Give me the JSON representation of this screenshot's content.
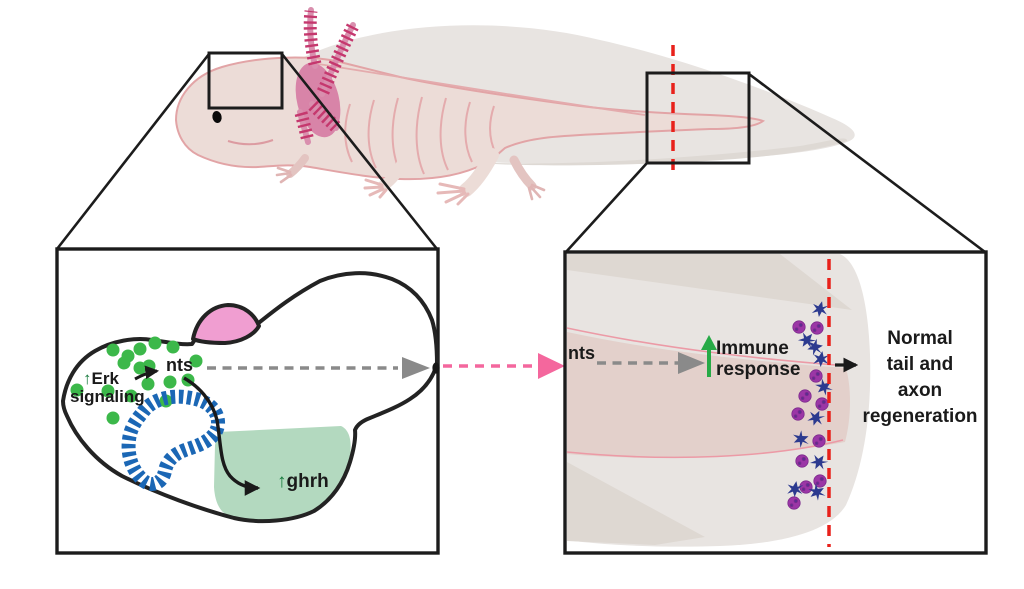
{
  "figure": {
    "title": "Axolotl nts brain-to-tail signaling and regeneration schematic",
    "labels": {
      "erk_arrow": "↑",
      "erk_line1": "Erk",
      "erk_line2": "signaling",
      "nts_left": "nts",
      "ghrh_arrow": "↑",
      "ghrh_text": "ghrh",
      "nts_right": "nts",
      "immune_text": "Immune\nresponse",
      "outcome_text": "Normal\ntail and\naxon\nregeneration"
    },
    "colors": {
      "body_pink": "#ecdcd7",
      "body_outline": "#e2a4a6",
      "fin_gray": "#e8e4e1",
      "fin_gray_dark": "#ded9d4",
      "gill_stalk_pink": "#d98fae",
      "gill_filament_pink": "#c5386e",
      "panel_border": "#1c1c1c",
      "brain_outline": "#232323",
      "pineal_pink": "#f09ed1",
      "erk_cell_green": "#3cb84a",
      "coil_blue": "#1b67b5",
      "hypothalamus_green": "#b3d9bf",
      "dark_green_arrow": "#177a3d",
      "bright_green_arrow": "#27aa47",
      "gray_arrow": "#8a8a8a",
      "pink_arrow": "#f4679d",
      "red_dashed_line": "#e8211b",
      "tail_muscle_pink": "#e3d0cb",
      "tail_muscle_line": "#ec9aa6",
      "macrophage_purple": "#9b36a6",
      "immune_cell_navy": "#2c3a8f",
      "black_arrow": "#1a1a1a"
    }
  }
}
